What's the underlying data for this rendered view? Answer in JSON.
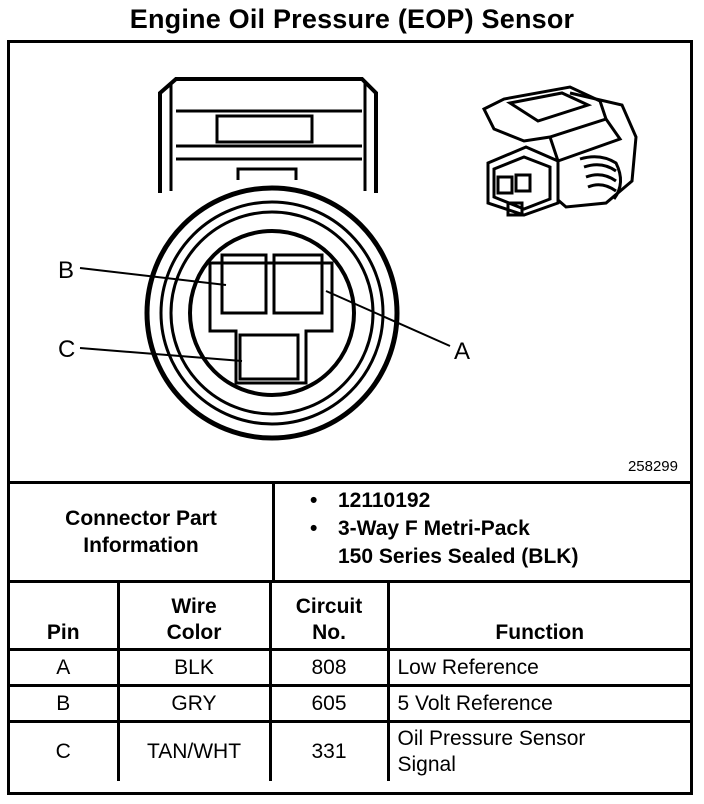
{
  "title": "Engine Oil Pressure (EOP) Sensor",
  "figure_id": "258299",
  "diagram": {
    "pin_labels": {
      "a": "A",
      "b": "B",
      "c": "C"
    }
  },
  "connector_info": {
    "label_line1": "Connector Part",
    "label_line2": "Information",
    "items": [
      {
        "bullet": "•",
        "lines": [
          "12110192"
        ]
      },
      {
        "bullet": "•",
        "lines": [
          "3-Way F Metri-Pack",
          "150 Series Sealed (BLK)"
        ]
      }
    ]
  },
  "pin_table": {
    "headers": {
      "pin": [
        "Pin"
      ],
      "wire_color": [
        "Wire",
        "Color"
      ],
      "circuit": [
        "Circuit",
        "No."
      ],
      "function": [
        "Function"
      ]
    },
    "rows": [
      {
        "pin": "A",
        "wire_color": "BLK",
        "circuit": "808",
        "function": [
          "Low Reference"
        ]
      },
      {
        "pin": "B",
        "wire_color": "GRY",
        "circuit": "605",
        "function": [
          "5 Volt Reference"
        ]
      },
      {
        "pin": "C",
        "wire_color": "TAN/WHT",
        "circuit": "331",
        "function": [
          "Oil Pressure Sensor",
          "Signal"
        ]
      }
    ]
  }
}
